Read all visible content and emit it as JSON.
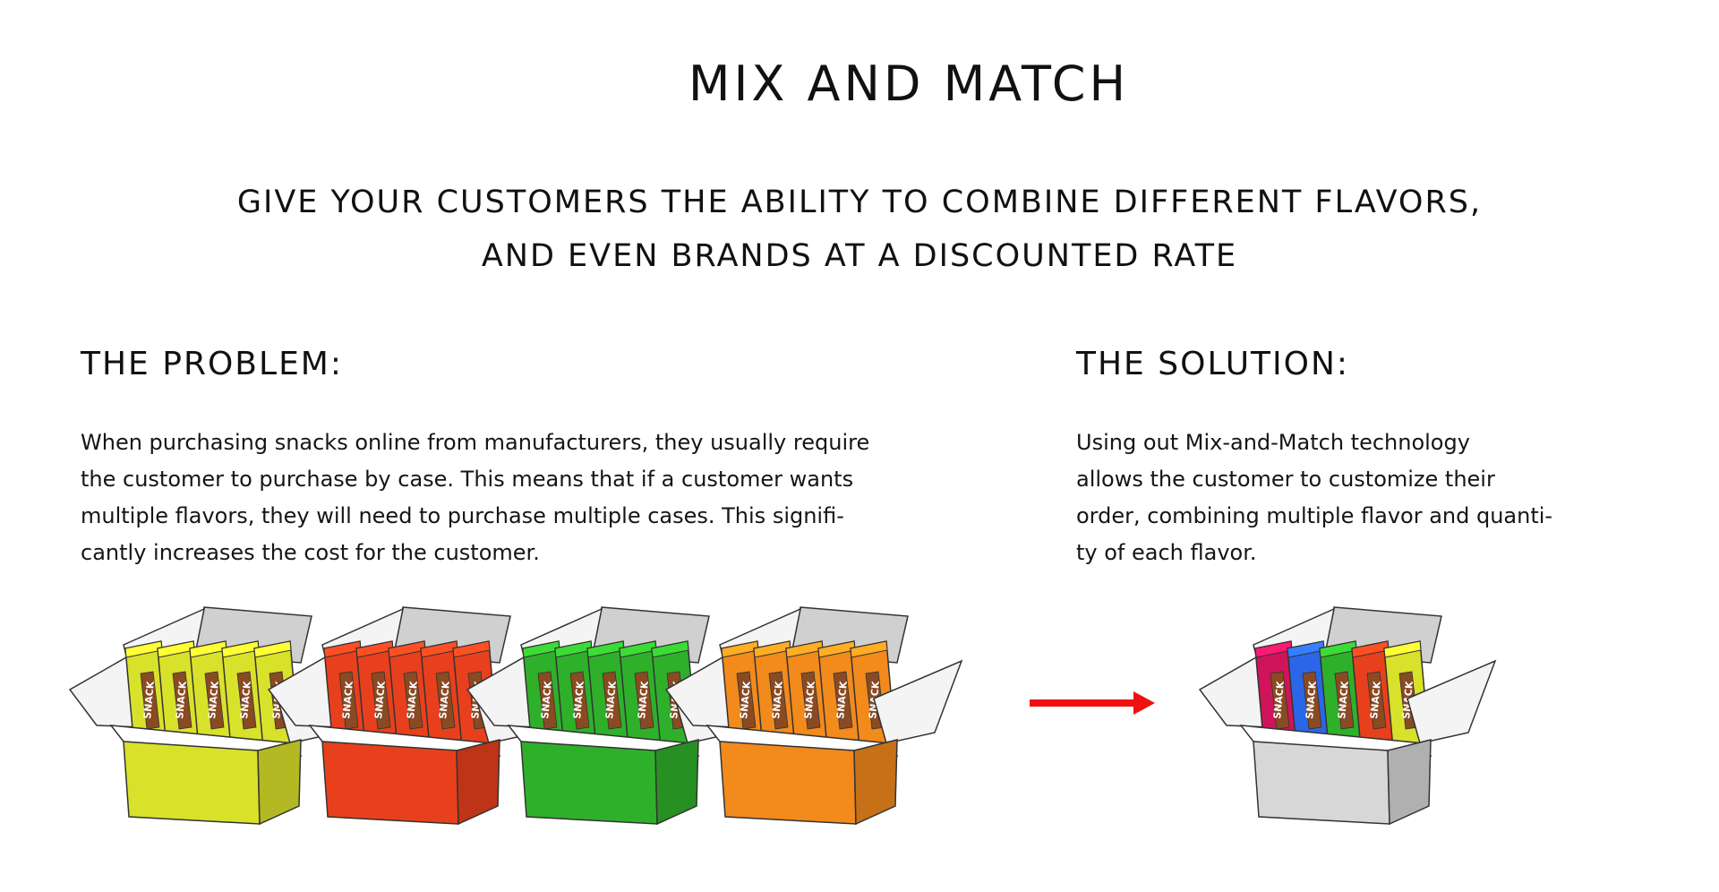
{
  "title": "MIX AND MATCH",
  "subtitle_line1": "GIVE YOUR CUSTOMERS THE ABILITY TO COMBINE DIFFERENT FLAVORS,",
  "subtitle_line2": "AND EVEN BRANDS AT A DISCOUNTED RATE",
  "problem": {
    "heading": "THE PROBLEM:",
    "lines": [
      "When purchasing snacks online from manufacturers, they usually require",
      "the customer to purchase by case.  This means that if a customer wants",
      "multiple flavors, they will need to purchase  multiple cases.  This signifi-",
      "cantly increases the cost for the customer."
    ]
  },
  "solution": {
    "heading": "THE SOLUTION:",
    "lines": [
      "Using out Mix-and-Match technology",
      "allows the customer to customize their",
      "order, combining multiple flavor and quanti-",
      "ty of each flavor."
    ]
  },
  "snack_label": "SNACK",
  "colors": {
    "yellow": "#d9e22a",
    "red": "#e8401c",
    "green": "#2fb02a",
    "orange": "#f28a1c",
    "magenta": "#d0145a",
    "blue": "#2a66e8",
    "arrow": "#ee1111",
    "box_gray": "#d7d7d7"
  },
  "icons": [
    "snack-box-icon",
    "arrow-right-icon"
  ]
}
